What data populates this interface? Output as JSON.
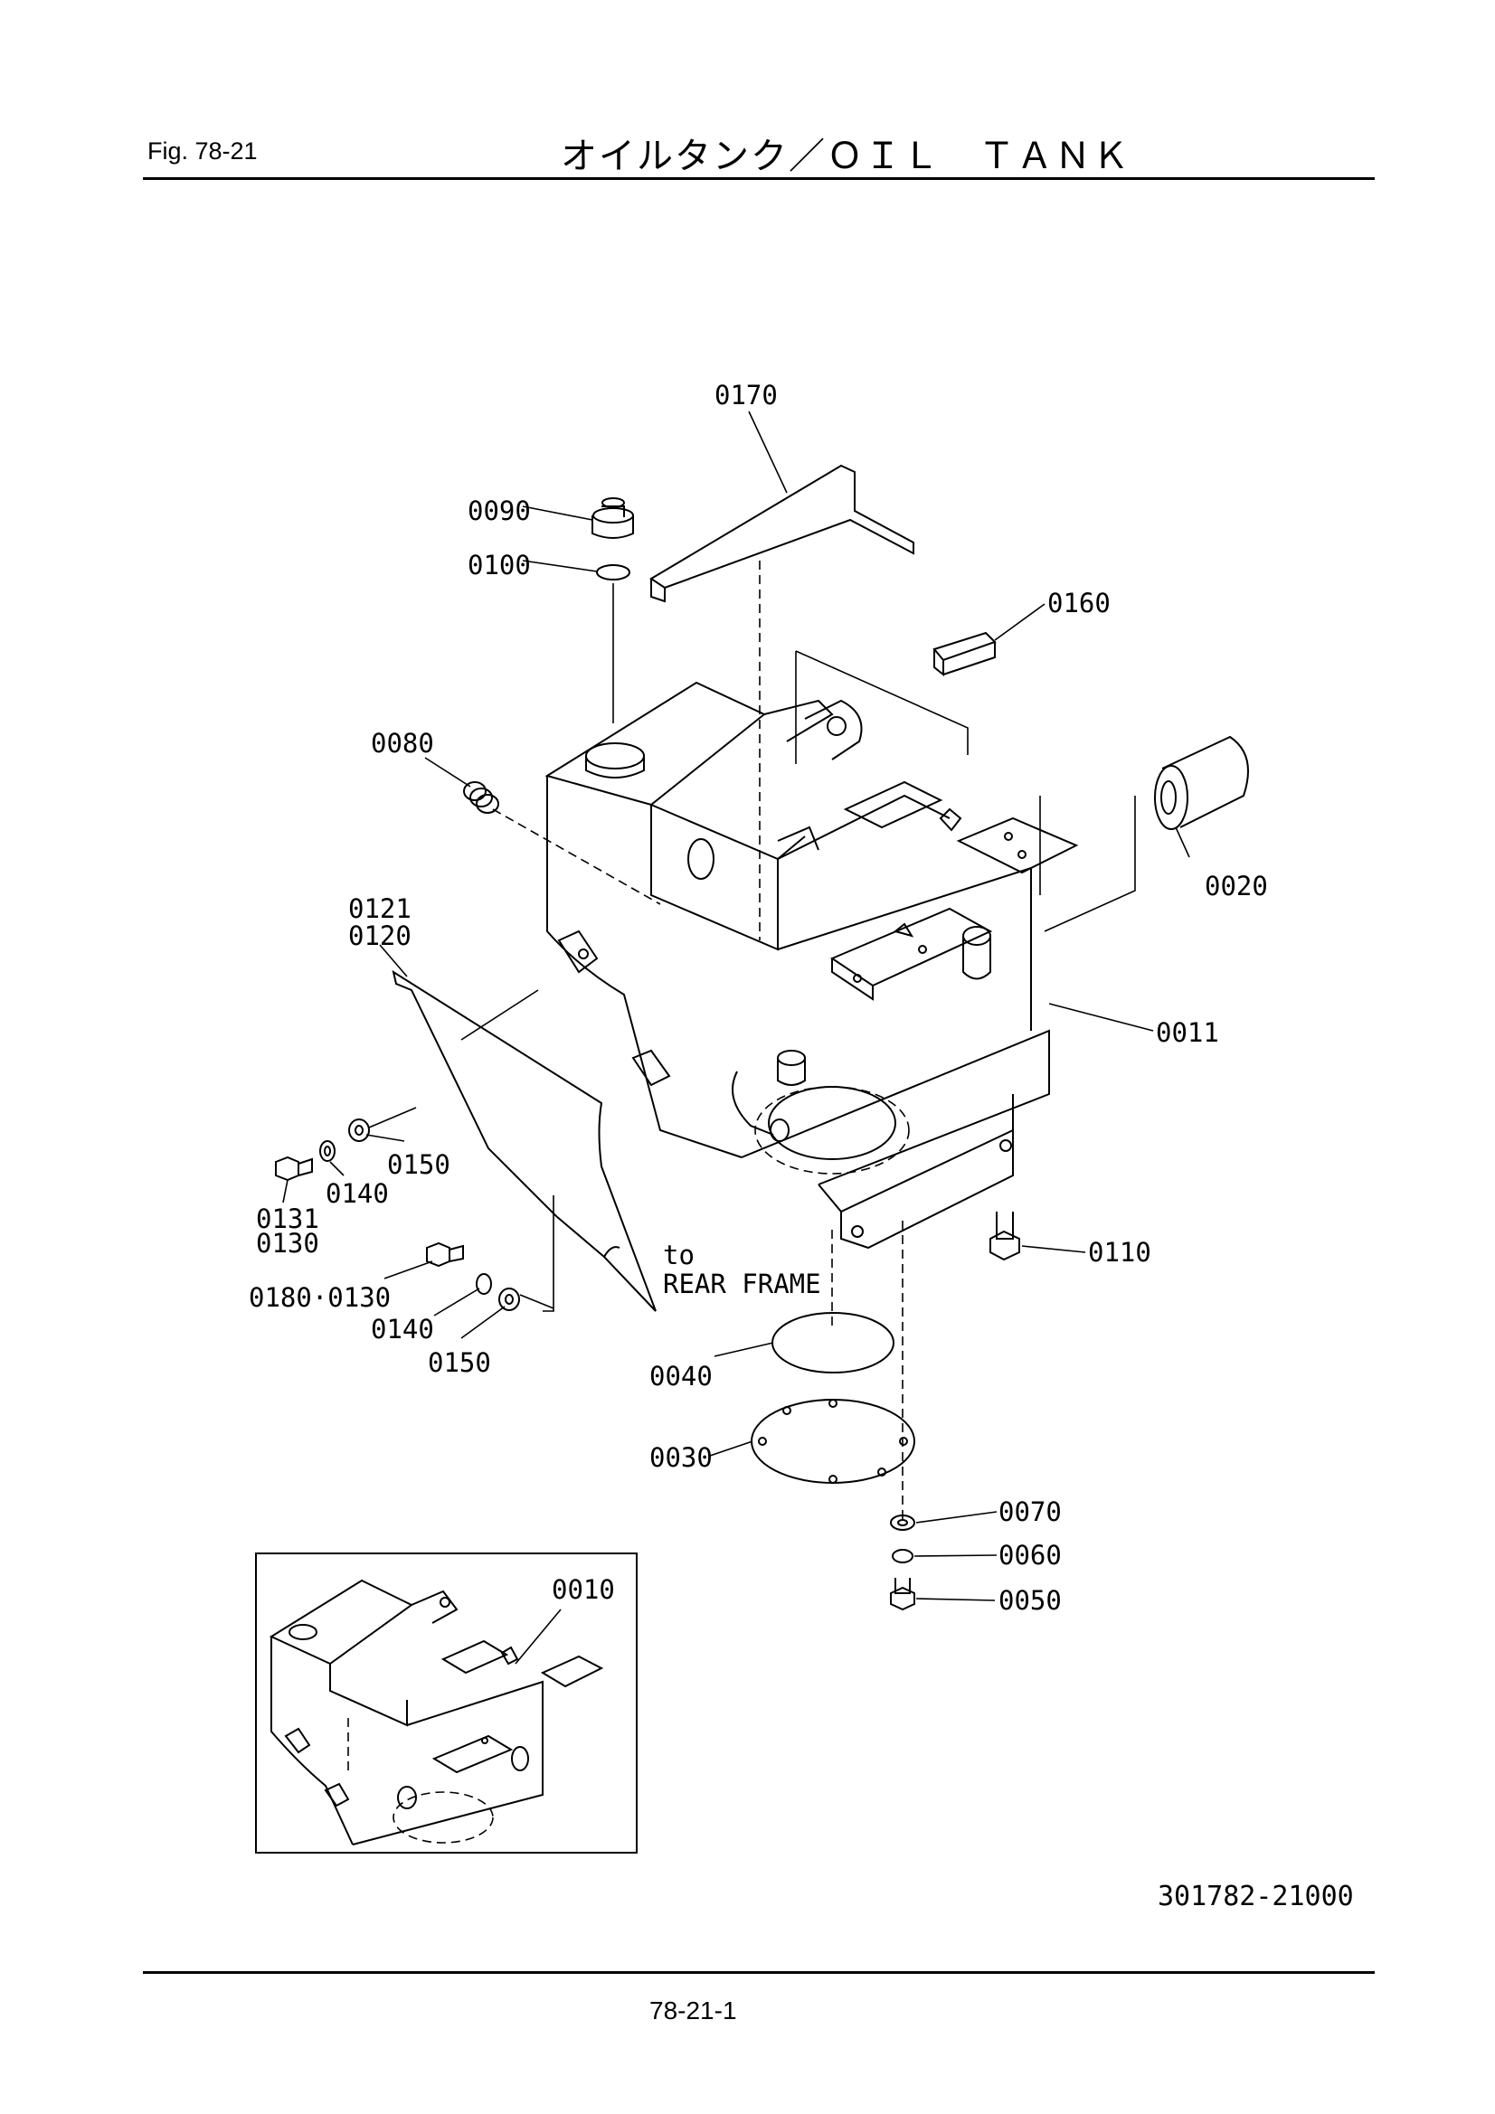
{
  "header": {
    "fig_label": "Fig.  78-21",
    "title": "オイルタンク／ＯＩＬ　ＴＡＮＫ"
  },
  "callouts": {
    "p0170": "0170",
    "p0090": "0090",
    "p0100": "0100",
    "p0160": "0160",
    "p0080": "0080",
    "p0020": "0020",
    "p0121": "0121",
    "p0120": "0120",
    "p0011": "0011",
    "p0150a": "0150",
    "p0140a": "0140",
    "p0131": "0131",
    "p0130": "0130",
    "p0110": "0110",
    "to_rear_1": "to",
    "to_rear_2": "REAR FRAME",
    "p0180_0130": "0180·0130",
    "p0140b": "0140",
    "p0150b": "0150",
    "p0040": "0040",
    "p0030": "0030",
    "p0070": "0070",
    "p0060": "0060",
    "p0050": "0050",
    "p0010": "0010"
  },
  "footer": {
    "drawing_number": "301782-21000",
    "page_number": "78-21-1"
  }
}
